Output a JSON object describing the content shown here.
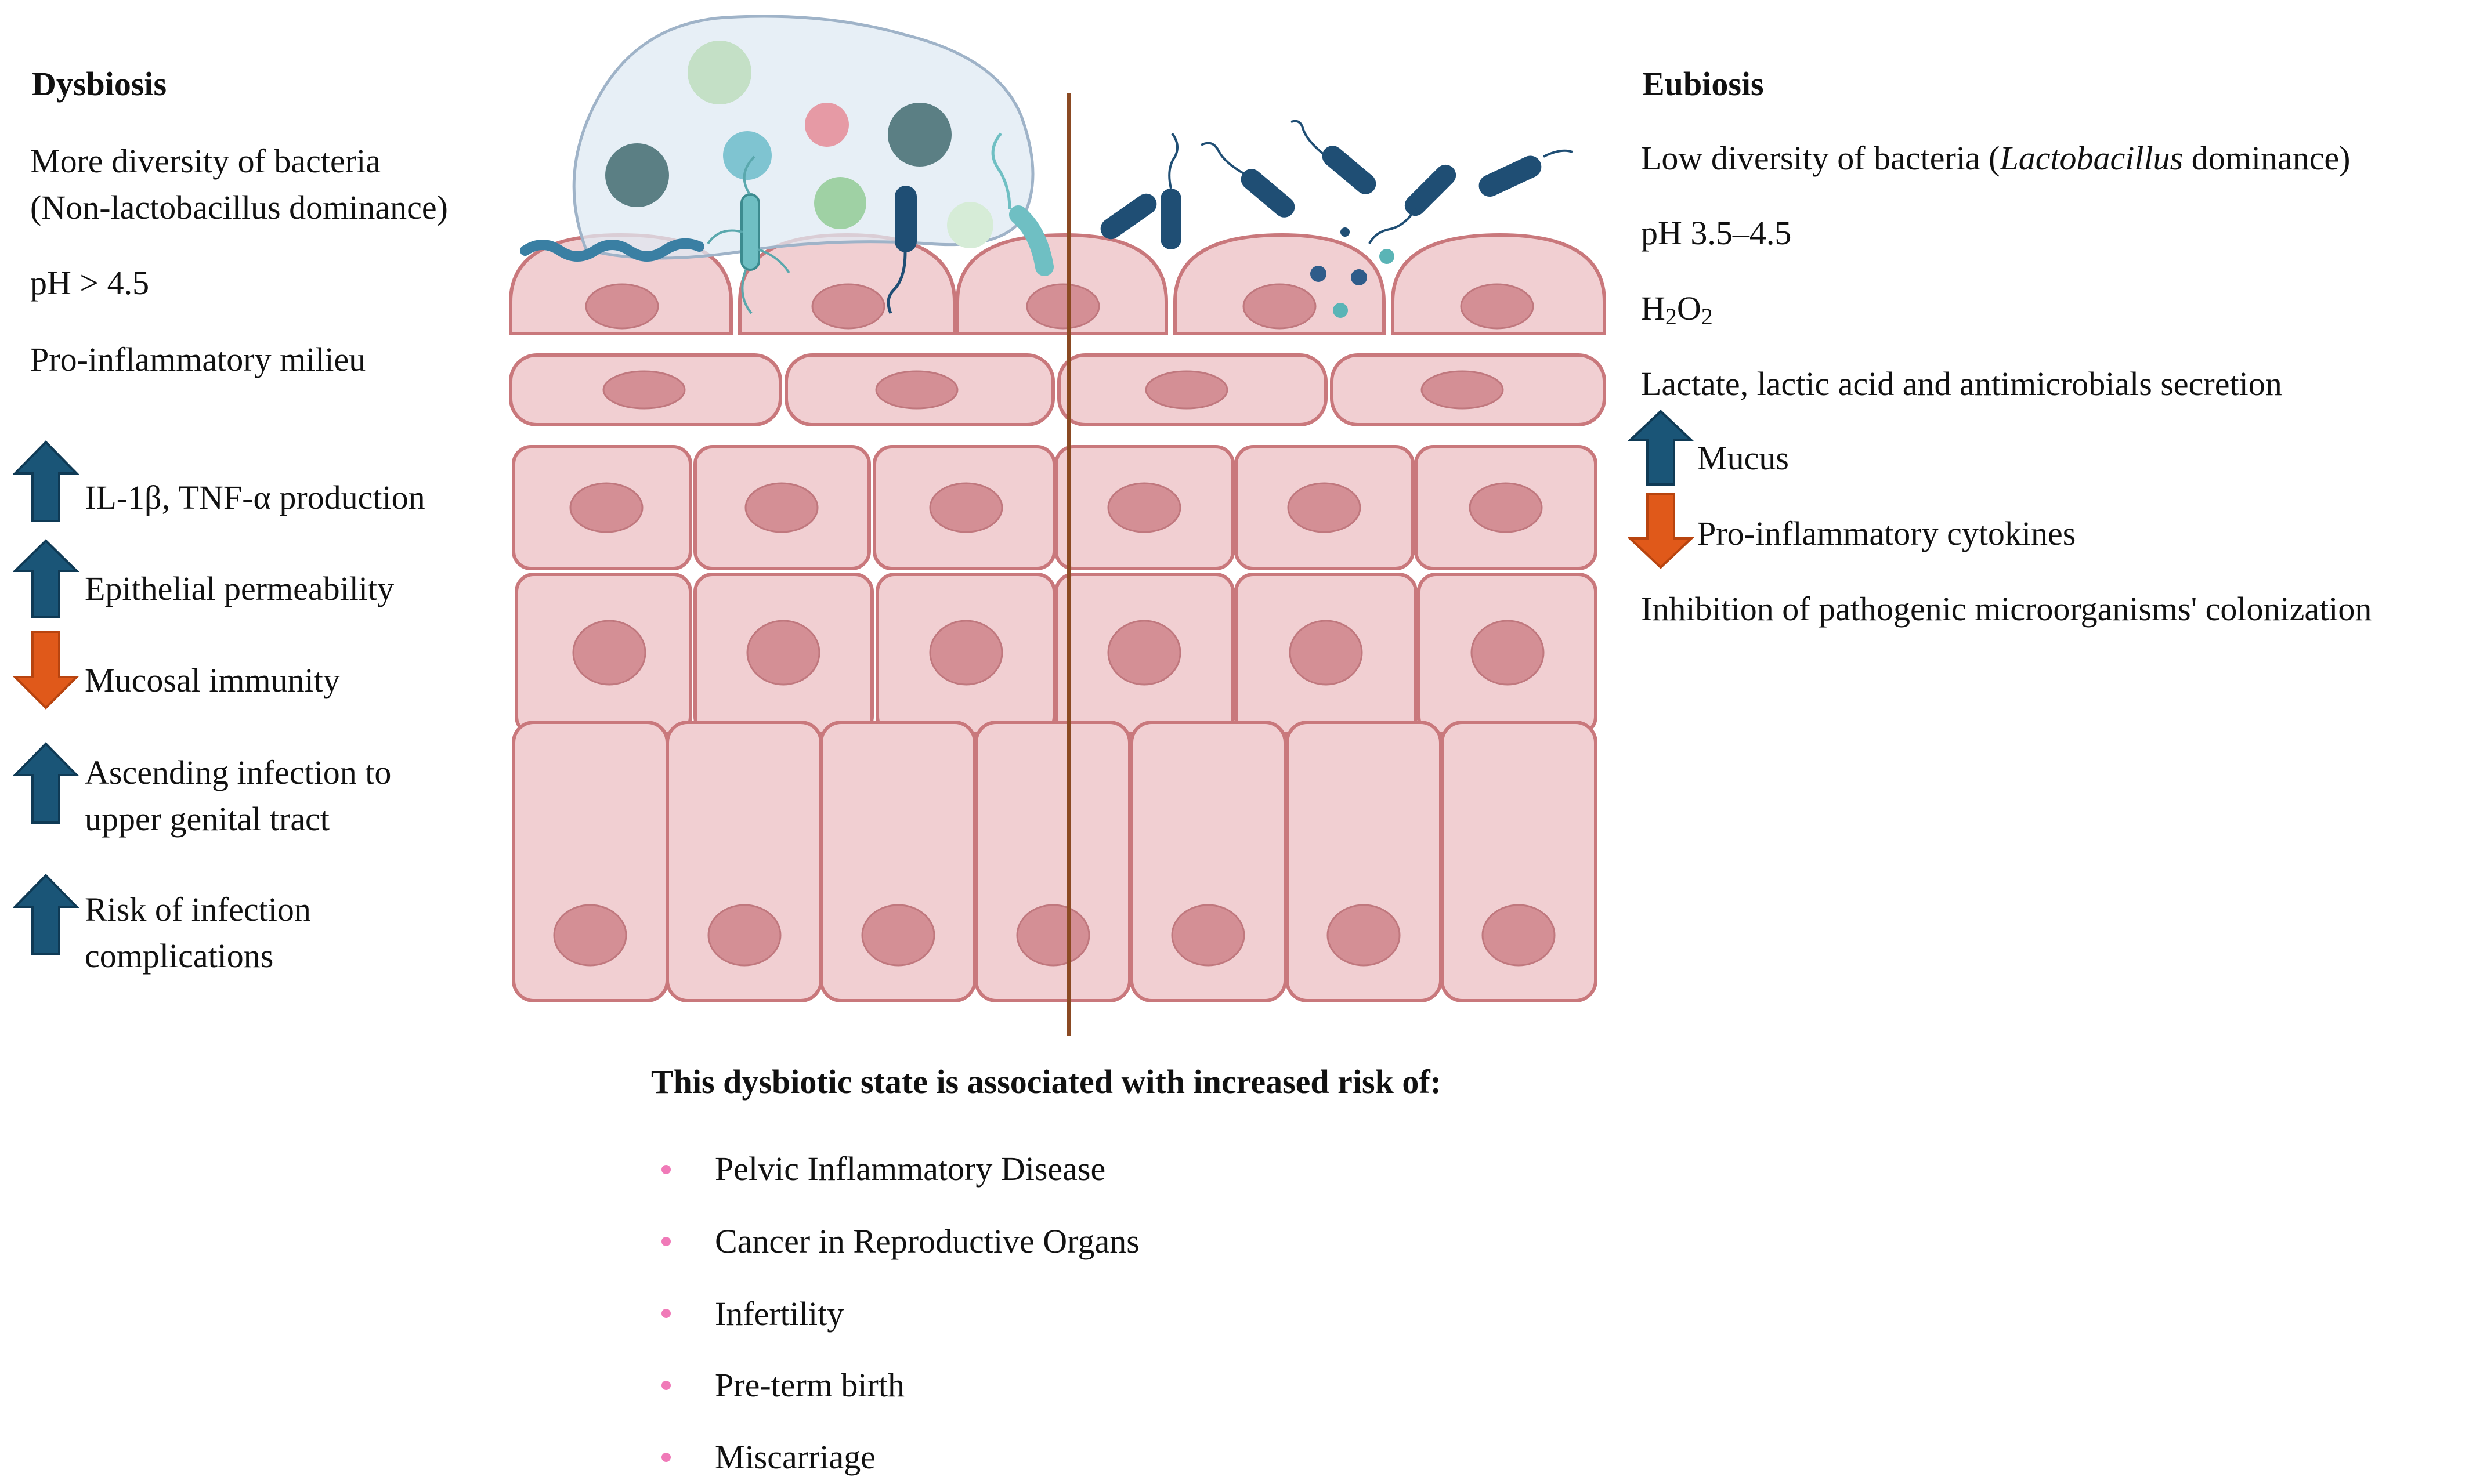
{
  "left": {
    "title": "Dysbiosis",
    "lines": [
      "More diversity of bacteria",
      "(Non-lactobacillus dominance)",
      "pH > 4.5",
      "Pro-inflammatory milieu"
    ],
    "effects": [
      {
        "direction": "up",
        "text": "IL-1β, TNF-α production"
      },
      {
        "direction": "up",
        "text": "Epithelial permeability"
      },
      {
        "direction": "down",
        "text": "Mucosal immunity"
      },
      {
        "direction": "up",
        "line1": "Ascending infection to",
        "line2": "upper genital tract"
      },
      {
        "direction": "up",
        "line1": "Risk of infection",
        "line2": "complications"
      }
    ]
  },
  "right": {
    "title": "Eubiosis",
    "diversity_prefix": "Low diversity of bacteria (",
    "diversity_genus": "Lactobacillus",
    "diversity_suffix": " dominance)",
    "ph": "pH 3.5–4.5",
    "h2o2_a": "H",
    "h2o2_sub1": "2",
    "h2o2_b": "O",
    "h2o2_sub2": "2",
    "secretion": "Lactate, lactic acid and antimicrobials secretion",
    "effects": [
      {
        "direction": "up",
        "text": "Mucus"
      },
      {
        "direction": "down",
        "text": "Pro-inflammatory cytokines"
      }
    ],
    "inhibition": "Inhibition of pathogenic microorganisms' colonization"
  },
  "bottom": {
    "heading": "This dysbiotic state is associated with increased risk of:",
    "items": [
      "Pelvic Inflammatory Disease",
      "Cancer in Reproductive Organs",
      "Infertility",
      "Pre-term birth",
      "Miscarriage"
    ]
  },
  "colors": {
    "up_arrow": "#1a5577",
    "down_arrow": "#e0591a",
    "cell_fill": "#f1cfd2",
    "cell_stroke": "#c9787c",
    "nucleus": "#d48f95",
    "divider": "#8b4a23",
    "bullet": "#f07ab8"
  }
}
